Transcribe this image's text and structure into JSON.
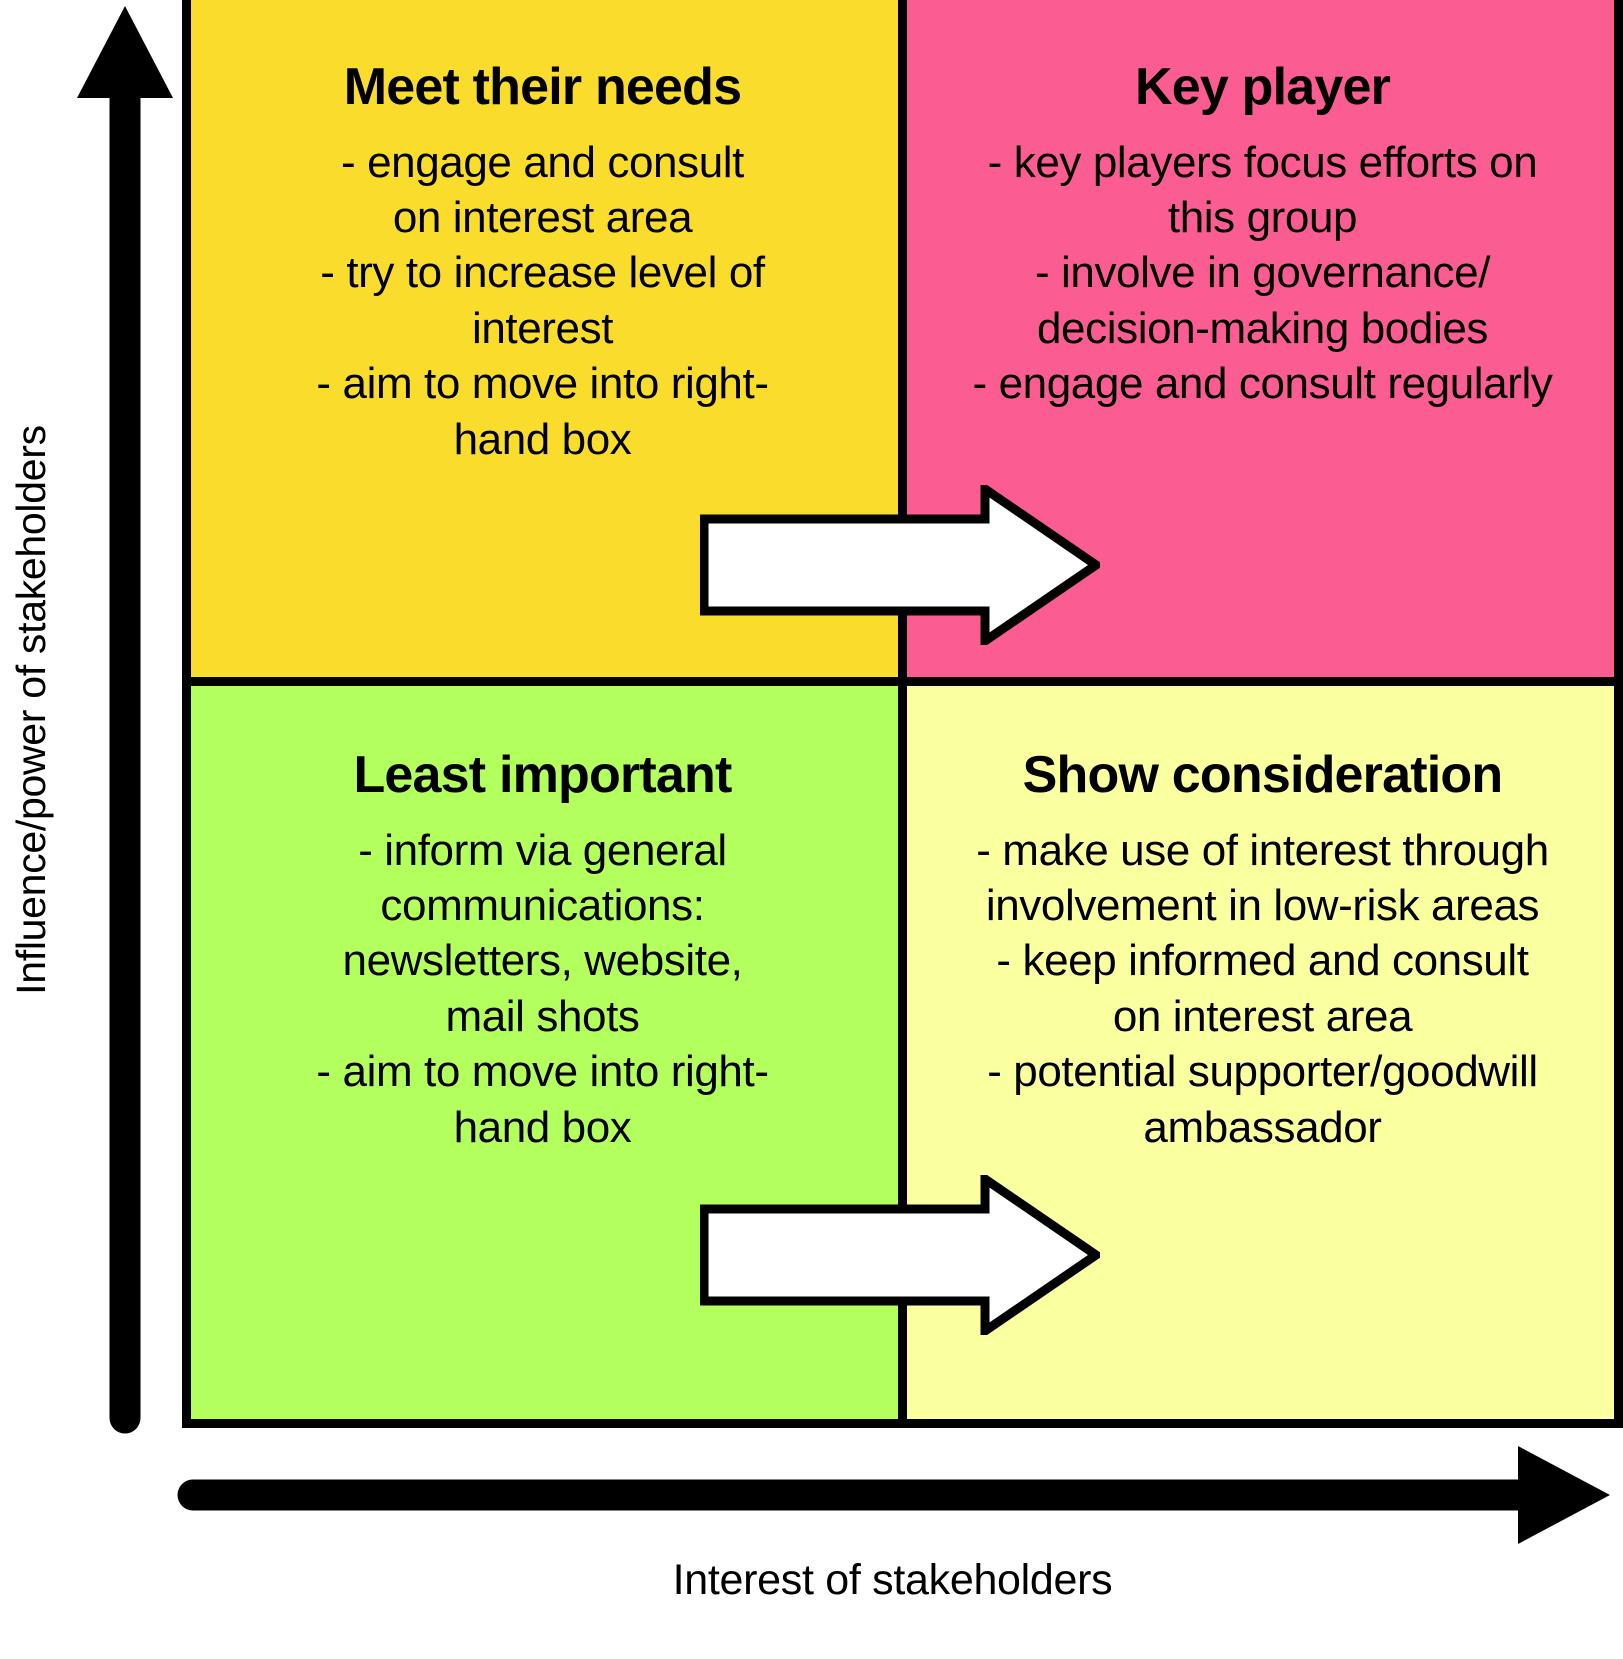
{
  "axes": {
    "y_label": "Influence/power of stakeholders",
    "x_label": "Interest of stakeholders"
  },
  "colors": {
    "quadrant_high_power_low_interest": "#FADD2C",
    "quadrant_high_power_high_interest": "#FB5C92",
    "quadrant_low_power_low_interest": "#B2FF5E",
    "quadrant_low_power_high_interest": "#FAFFA0",
    "border": "#000000",
    "arrow_fill": "#FFFFFF",
    "arrow_stroke": "#000000"
  },
  "chart_data": {
    "type": "table",
    "title": "Stakeholder power/interest matrix",
    "xlabel": "Interest of stakeholders",
    "ylabel": "Influence/power of stakeholders",
    "grid": false,
    "legend": "none",
    "quadrants": [
      {
        "position": "top-left",
        "power": "high",
        "interest": "low",
        "title": "Meet their needs",
        "color": "#FADD2C",
        "bullets": [
          "- engage and consult on interest area",
          "- try to increase level of interest",
          "- aim to move into right-hand box"
        ]
      },
      {
        "position": "top-right",
        "power": "high",
        "interest": "high",
        "title": "Key player",
        "color": "#FB5C92",
        "bullets": [
          "- key players focus efforts on this group",
          "- involve in governance/decision-making bodies",
          "- engage and consult regularly"
        ]
      },
      {
        "position": "bottom-left",
        "power": "low",
        "interest": "low",
        "title": "Least important",
        "color": "#B2FF5E",
        "bullets": [
          "- inform via general communications: newsletters, website, mail shots",
          "- aim to move into right-hand box"
        ]
      },
      {
        "position": "bottom-right",
        "power": "low",
        "interest": "high",
        "title": "Show consideration",
        "color": "#FAFFA0",
        "bullets": [
          "- make use of interest through involvement in low-risk areas",
          "- keep informed and consult on interest area",
          "- potential supporter/goodwill ambassador"
        ]
      }
    ],
    "annotations": [
      {
        "name": "move-arrow-top",
        "from": "Meet their needs",
        "to": "Key player",
        "direction": "right"
      },
      {
        "name": "move-arrow-bottom",
        "from": "Least important",
        "to": "Show consideration",
        "direction": "right"
      }
    ]
  },
  "quadrants": {
    "top_left": {
      "title": "Meet their needs",
      "lines": [
        "- engage and consult",
        "on interest area",
        "- try to increase level of",
        "interest",
        "- aim to move into right-",
        "hand box"
      ]
    },
    "top_right": {
      "title": "Key player",
      "lines": [
        "- key players focus efforts on",
        "this group",
        "- involve in governance/",
        "decision-making bodies",
        "- engage and consult regularly"
      ]
    },
    "bottom_left": {
      "title": "Least important",
      "lines": [
        "- inform via general",
        "communications:",
        "newsletters, website,",
        "mail shots",
        "- aim to move into right-",
        "hand box"
      ]
    },
    "bottom_right": {
      "title": "Show consideration",
      "lines": [
        "- make use of interest through",
        "involvement in low-risk areas",
        "- keep informed and consult",
        "on interest area",
        "- potential supporter/goodwill",
        "ambassador"
      ]
    }
  }
}
